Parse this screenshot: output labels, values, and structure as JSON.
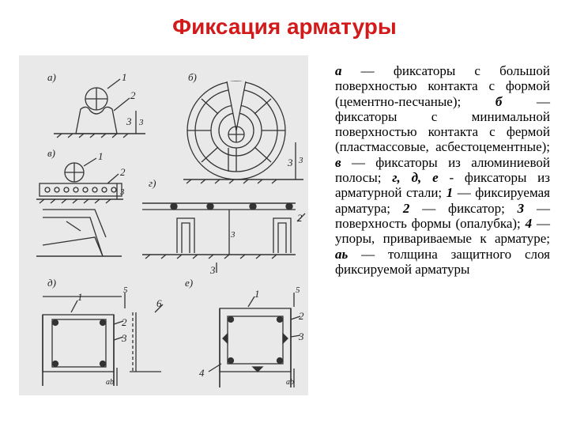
{
  "title": "Фиксация арматуры",
  "figure": {
    "labels": {
      "a": "а)",
      "b": "б)",
      "v": "в)",
      "g": "г)",
      "d": "д)",
      "e": "е)",
      "n1": "1",
      "n2": "2",
      "n3": "3",
      "n4": "4",
      "n5": "5",
      "n6": "6",
      "dim": "3",
      "ab": "аb"
    }
  },
  "caption": {
    "a_key": "а",
    "a_text": " — фиксаторы с большой поверхностью контакта с формой (цементно-песчаные); ",
    "b_key": "б",
    "b_text": " — фиксаторы с минимальной поверхностью контакта с фермой (пластмассовые, асбестоцементные); ",
    "v_key": "в",
    "v_text": " — фиксаторы из алюминиевой полосы; ",
    "gde_key": "г, д, е",
    "gde_text": " - фиксаторы из арматурной стали; ",
    "n1_key": "1",
    "n1_text": " — фиксируемая арматура; ",
    "n2_key": "2",
    "n2_text": " — фиксатор; ",
    "n3_key": "3",
    "n3_text": " — поверхность формы (опалубка); ",
    "n4_key": "4",
    "n4_text": " — упоры, привариваемые к арматуре; ",
    "ab_key": "аь",
    "ab_text": " — толщина защитного слоя фиксируемой арматуры"
  }
}
